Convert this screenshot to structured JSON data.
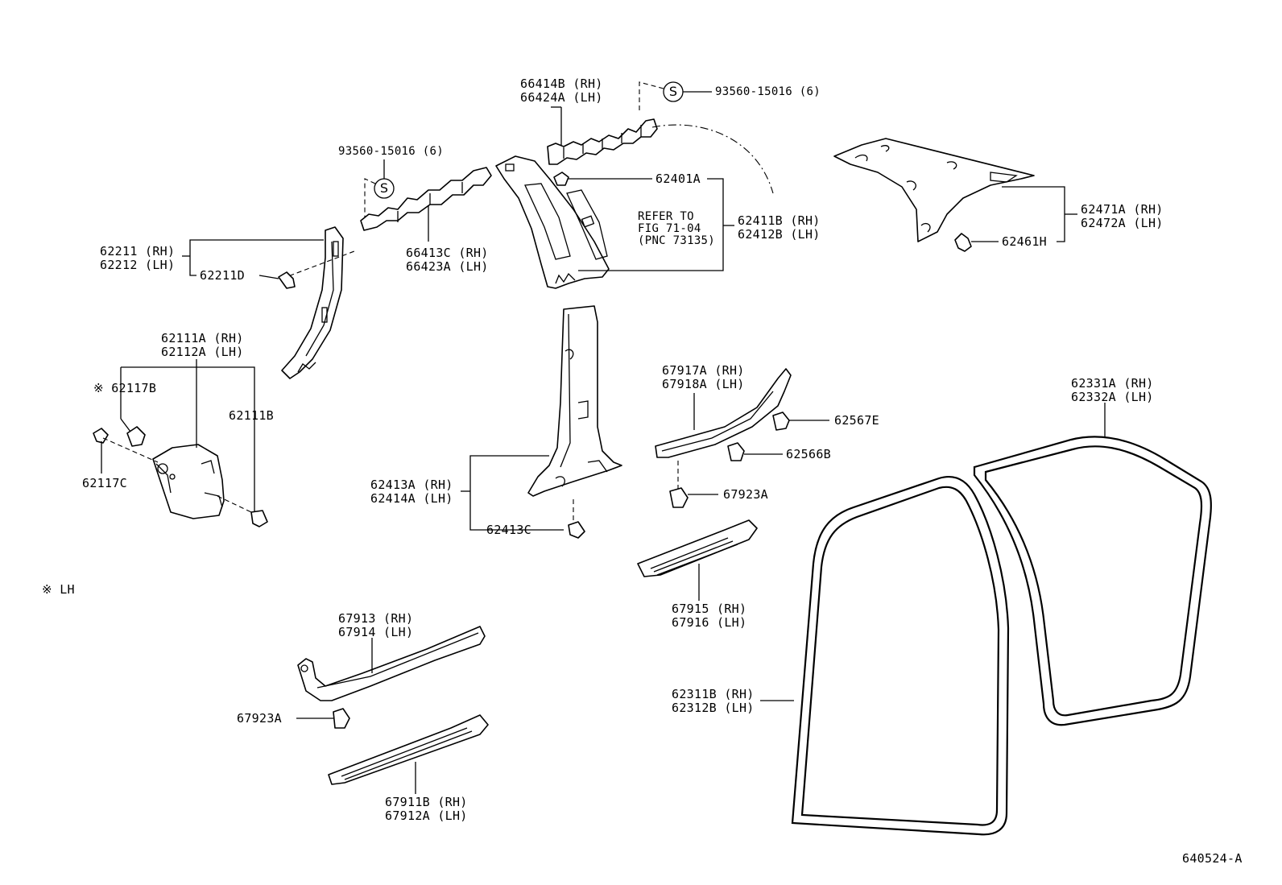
{
  "labels": {
    "p66414": [
      "66414B (RH)",
      "66424A (LH)"
    ],
    "bolt_top": "93560-15016 (6)",
    "bolt_left": "93560-15016 (6)",
    "s_symbol": "S",
    "p62401": "62401A",
    "refer": [
      "REFER TO",
      "FIG 71-04",
      "(PNC 73135)"
    ],
    "p62411": [
      "62411B (RH)",
      "62412B (LH)"
    ],
    "p62471": [
      "62471A (RH)",
      "62472A (LH)"
    ],
    "p62461": "62461H",
    "p66413": [
      "66413C (RH)",
      "66423A (LH)"
    ],
    "p62211": [
      "62211 (RH)",
      "62212 (LH)"
    ],
    "p62211d": "62211D",
    "p62111": [
      "62111A (RH)",
      "62112A (LH)"
    ],
    "p62117b": "※ 62117B",
    "p62111b": "62111B",
    "p62117c": "62117C",
    "note_lh": "※ LH",
    "p67917": [
      "67917A (RH)",
      "67918A (LH)"
    ],
    "p62567": "62567E",
    "p62566": "62566B",
    "p67923_mid": "67923A",
    "p62413": [
      "62413A (RH)",
      "62414A (LH)"
    ],
    "p62413c": "62413C",
    "p67915": [
      "67915 (RH)",
      "67916 (LH)"
    ],
    "p62331": [
      "62331A (RH)",
      "62332A (LH)"
    ],
    "p62311": [
      "62311B (RH)",
      "62312B (LH)"
    ],
    "p67913": [
      "67913 (RH)",
      "67914 (LH)"
    ],
    "p67923_low": "67923A",
    "p67911": [
      "67911B (RH)",
      "67912A (LH)"
    ],
    "fig_id": "640524-A"
  }
}
